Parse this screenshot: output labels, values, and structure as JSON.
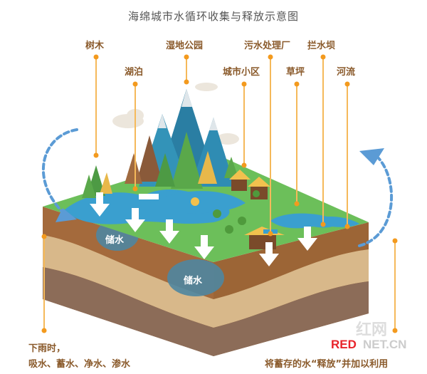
{
  "title": "海绵城市水循环收集与释放示意图",
  "labels": [
    {
      "id": "trees",
      "text": "树木"
    },
    {
      "id": "lake",
      "text": "湖泊"
    },
    {
      "id": "wetland_park",
      "text": "湿地公园"
    },
    {
      "id": "community",
      "text": "城市小区"
    },
    {
      "id": "sewage_plant",
      "text": "污水处理厂"
    },
    {
      "id": "lawn",
      "text": "草坪"
    },
    {
      "id": "dam",
      "text": "拦水坝"
    },
    {
      "id": "river",
      "text": "河流"
    }
  ],
  "storage_labels": [
    "储水",
    "储水"
  ],
  "bottom_left": {
    "line1": "下雨时，",
    "line2": "吸水、蓄水、净水、渗水"
  },
  "bottom_right": "将蓄存的水“释放”并加以利用",
  "watermark": {
    "cn": "红网",
    "en_red": "RED",
    "en_rest": "NET.CN"
  },
  "colors": {
    "label": "#8a5a2b",
    "leader": "#f5b95a",
    "dot": "#f39a1e",
    "arrow_loop": "#5b9bd5",
    "grass": "#6cbf5a",
    "water": "#3a9fcf",
    "soil_top": "#a0683a",
    "soil_mid": "#d9b98c",
    "soil_deep": "#8a6a55"
  }
}
